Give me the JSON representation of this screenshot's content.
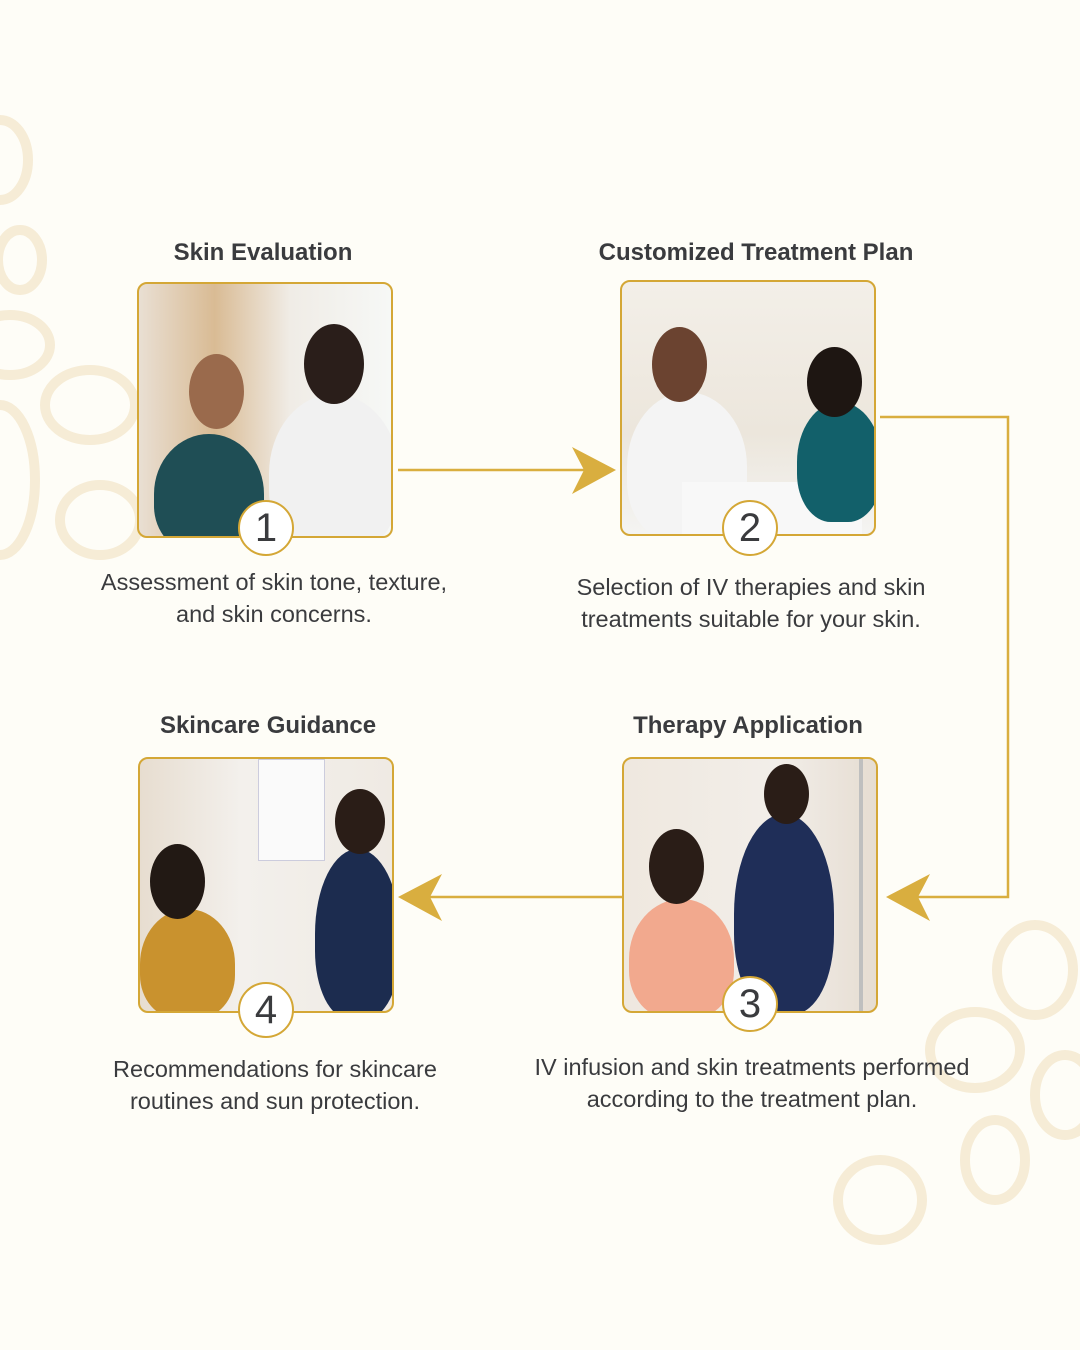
{
  "colors": {
    "accent": "#d9ae3f",
    "background": "#fefdf7",
    "text": "#3a3b3e"
  },
  "steps": [
    {
      "number": "1",
      "title": "Skin Evaluation",
      "desc_line1": "Assessment of skin tone, texture,",
      "desc_line2": "and skin concerns."
    },
    {
      "number": "2",
      "title": "Customized Treatment Plan",
      "desc_line1": "Selection of IV therapies and skin",
      "desc_line2": "treatments suitable for your skin."
    },
    {
      "number": "3",
      "title": "Therapy Application",
      "desc_line1": "IV infusion and skin treatments performed",
      "desc_line2": "according to the treatment plan."
    },
    {
      "number": "4",
      "title": "Skincare Guidance",
      "desc_line1": "Recommendations for skincare",
      "desc_line2": "routines and sun protection."
    }
  ]
}
